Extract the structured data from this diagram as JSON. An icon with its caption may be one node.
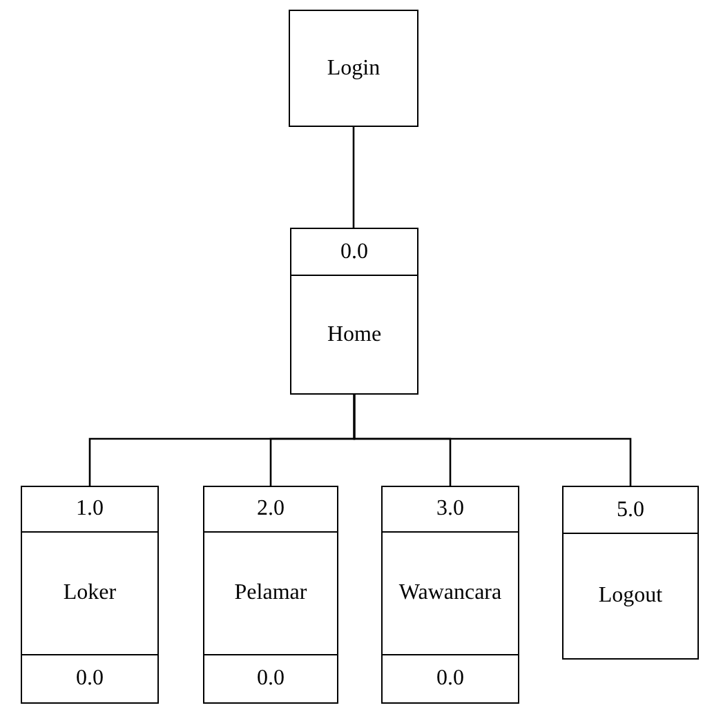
{
  "diagram": {
    "nodes": [
      {
        "text": [
          "Login"
        ]
      },
      {
        "text": [
          "0.0",
          "Home"
        ]
      },
      {
        "text": [
          "1.0",
          "Loker",
          "0.0"
        ]
      },
      {
        "text": [
          "2.0",
          "Pelamar",
          "0.0"
        ]
      },
      {
        "text": [
          "3.0",
          "Wawancara",
          "0.0"
        ]
      },
      {
        "text": [
          "5.0",
          "Logout"
        ]
      }
    ],
    "edges": [
      {
        "from": 0,
        "to": 1,
        "arrow": "none"
      },
      {
        "from": 1,
        "to": 2,
        "arrow": "none"
      },
      {
        "from": 1,
        "to": 3,
        "arrow": "none"
      },
      {
        "from": 1,
        "to": 4,
        "arrow": "none"
      },
      {
        "from": 1,
        "to": 5,
        "arrow": "none"
      }
    ]
  }
}
